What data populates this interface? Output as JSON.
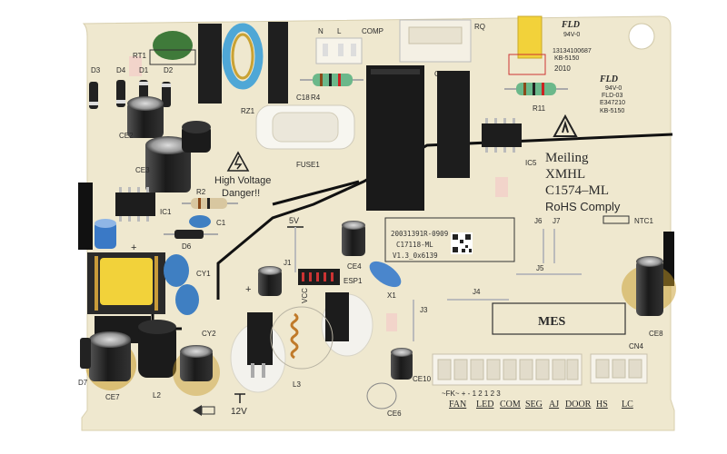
{
  "board": {
    "brand": "Meiling",
    "model1": "XMHL",
    "model2": "C1574–ML",
    "rohs": "RoHS Comply",
    "warning_line1": "High Voltage",
    "warning_line2": "Danger!!",
    "label_number": "20031391R-0909",
    "label_model": "C17118-ML",
    "label_version": "V1.3_0x6139",
    "mes": "MES",
    "fld1": "FLD",
    "fld1_rating": "94V-0",
    "fld1_code": "13134100687",
    "fld1_kb": "KB-5150",
    "fld1_date": "2010",
    "fld2": "FLD",
    "fld2_rating": "94V-0",
    "fld2_type": "FLD-03",
    "fld2_code": "E347210",
    "fld2_kb": "KB-5150"
  },
  "refs": {
    "d3": "D3",
    "d4": "D4",
    "d1": "D1",
    "d2": "D2",
    "rt1": "RT1",
    "rz1": "RZ1",
    "r4": "R4",
    "c18": "C18",
    "rq": "RQ",
    "cn2": "CN2",
    "r11": "R11",
    "fuse1": "FUSE1",
    "ic5": "IC5",
    "ce2": "CE2",
    "ce3": "CE3",
    "ic1": "IC1",
    "r2": "R2",
    "c1": "C1",
    "d6": "D6",
    "cy1": "CY1",
    "cy2": "CY2",
    "d7": "D7",
    "ce7": "CE7",
    "l2": "L2",
    "l3": "L3",
    "j1": "J1",
    "v5": "5V",
    "v12": "12V",
    "ce4": "CE4",
    "esp1": "ESP1",
    "x1": "X1",
    "vcc": "VCC",
    "j3": "J3",
    "j4": "J4",
    "j5": "J5",
    "j6": "J6",
    "j7": "J7",
    "ntc1": "NTC1",
    "ce8": "CE8",
    "cn4": "CN4",
    "ce10": "CE10",
    "ce6": "CE6",
    "n": "N",
    "l": "L",
    "comp": "COMP"
  },
  "connector_labels": {
    "pins": "~FK~ +  -  1  2  1  2  3",
    "fan": "FAN",
    "led": "LED",
    "com": "COM",
    "seg": "SEG",
    "aj": "AJ",
    "door": "DOOR",
    "hs": "HS",
    "lc": "LC"
  },
  "colors": {
    "board": "#efe8cf",
    "trace": "#111111",
    "silk": "#2a2a2a",
    "relay": "#1a1a1a",
    "yellow_transformer": "#f2d23a",
    "blue_cap": "#3f7fc2",
    "green_cap": "#3f7a3a"
  }
}
